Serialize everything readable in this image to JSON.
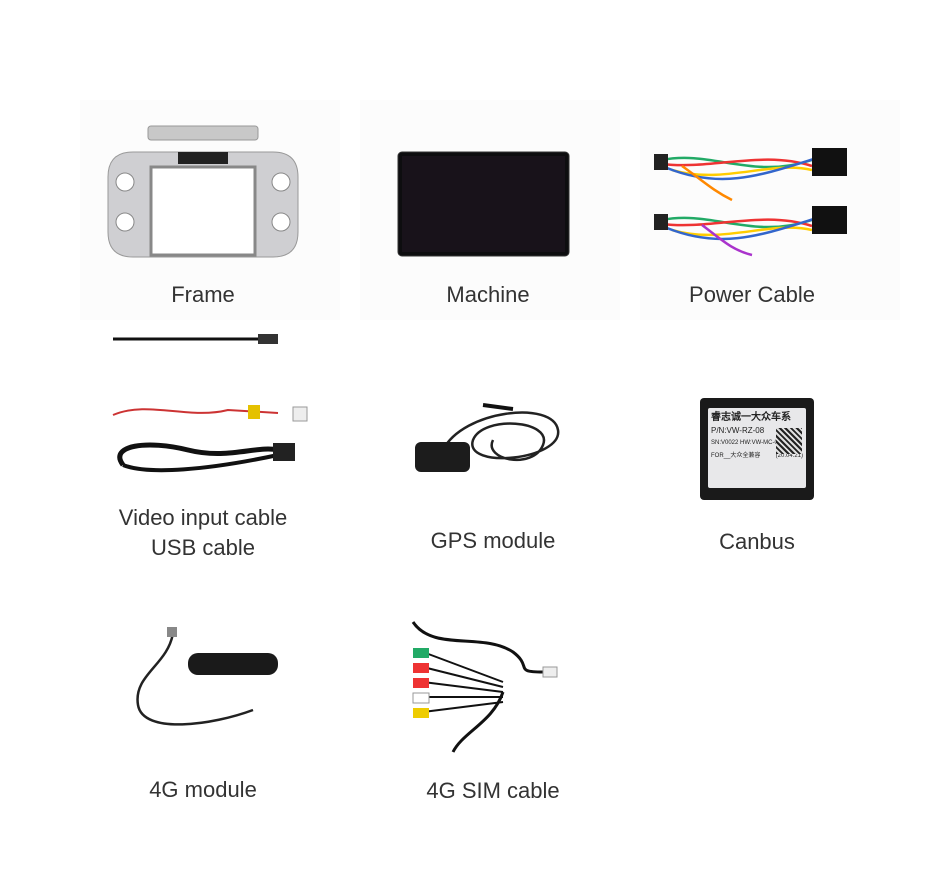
{
  "items": [
    {
      "label": "Frame",
      "icon": "frame-icon"
    },
    {
      "label": "Machine",
      "icon": "screen-icon"
    },
    {
      "label": "Power Cable",
      "icon": "power-cable-icon"
    },
    {
      "label": "Video input cable",
      "label2": "USB cable",
      "icon": "video-usb-cable-icon"
    },
    {
      "label": "GPS module",
      "icon": "gps-antenna-icon"
    },
    {
      "label": "Canbus",
      "icon": "canbus-box-icon"
    },
    {
      "label": "4G module",
      "icon": "4g-antenna-icon"
    },
    {
      "label": "4G SIM cable",
      "icon": "rca-sim-cable-icon"
    }
  ],
  "canbus": {
    "title": "睿志诚一大众车系",
    "pn": "P/N:VW-RZ-08",
    "sn": "SN:V0022 HW:VW-MC-03",
    "for": "FOR__大众全兼容",
    "date": "(20.04.21)"
  }
}
